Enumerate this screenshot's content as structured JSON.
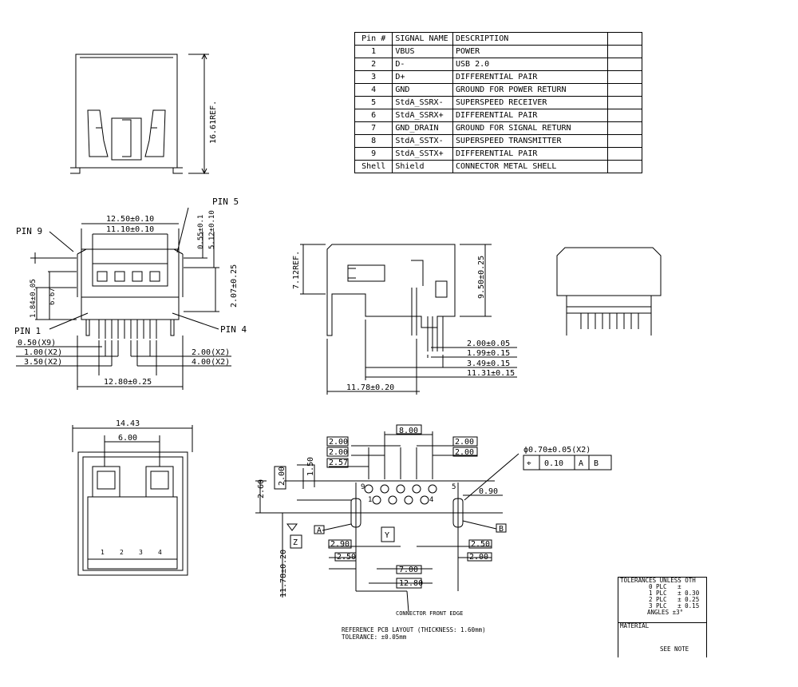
{
  "pin_table": {
    "headers": [
      "Pin #",
      "SIGNAL NAME",
      "DESCRIPTION"
    ],
    "rows": [
      {
        "pin": "1",
        "signal": "VBUS",
        "description": "POWER"
      },
      {
        "pin": "2",
        "signal": "D-",
        "description": "USB 2.0"
      },
      {
        "pin": "3",
        "signal": "D+",
        "description": "DIFFERENTIAL PAIR"
      },
      {
        "pin": "4",
        "signal": "GND",
        "description": "GROUND FOR POWER RETURN"
      },
      {
        "pin": "5",
        "signal": "StdA_SSRX-",
        "description": "SUPERSPEED RECEIVER"
      },
      {
        "pin": "6",
        "signal": "StdA_SSRX+",
        "description": "DIFFERENTIAL PAIR"
      },
      {
        "pin": "7",
        "signal": "GND_DRAIN",
        "description": "GROUND FOR SIGNAL RETURN"
      },
      {
        "pin": "8",
        "signal": "StdA_SSTX-",
        "description": "SUPERSPEED TRANSMITTER"
      },
      {
        "pin": "9",
        "signal": "StdA_SSTX+",
        "description": "DIFFERENTIAL PAIR"
      },
      {
        "pin": "Shell",
        "signal": "Shield",
        "description": "CONNECTOR METAL SHELL"
      }
    ]
  },
  "top_view": {
    "ref_dim": "16.61REF."
  },
  "front_view": {
    "dims": {
      "w_outer": "12.50±0.10",
      "w_inner": "11.10±0.10",
      "d055": "0.55±0.1",
      "d512": "5.12±0.10",
      "d207": "2.07±0.25",
      "d184": "1.84±0.05",
      "d667": "6.67",
      "pitch": "0.50(X9)",
      "d100": "1.00(X2)",
      "d200": "2.00(X2)",
      "d350": "3.50(X2)",
      "d400": "4.00(X2)",
      "w_base": "12.80±0.25"
    },
    "pin_labels": {
      "pin9": "PIN 9",
      "pin5": "PIN 5",
      "pin1": "PIN 1",
      "pin4": "PIN 4"
    }
  },
  "side_view": {
    "dims": {
      "h_ref": "7.12REF.",
      "h950": "9.50±0.25",
      "d200": "2.00±0.05",
      "d199": "1.99±0.15",
      "d349": "3.49±0.15",
      "d1131": "11.31±0.15",
      "d1178": "11.78±0.20"
    }
  },
  "bottom_view": {
    "dims": {
      "w1443": "14.43",
      "w600": "6.00"
    },
    "contact_labels": [
      "1",
      "2",
      "3",
      "4"
    ]
  },
  "pcb_layout": {
    "dims": {
      "d800": "8.00",
      "d200a": "2.00",
      "d200b": "2.00",
      "d200c": "2.00",
      "d200d": "2.00",
      "d257": "2.57",
      "d150": "1.50",
      "d200v": "2.00",
      "d260": "2.60",
      "hole": "ϕ0.70±0.05(X2)",
      "tol": "0.10",
      "datum_a": "A",
      "datum_b": "B",
      "d090": "0.90",
      "d1178v": "11.78±0.20",
      "d290": "2.90",
      "d250a": "2.50",
      "d250b": "2.50",
      "d200e": "2.00",
      "d700": "7.00",
      "d1280": "12.80",
      "label_z": "Z",
      "label_y": "Y",
      "label_a": "A",
      "label_b": "B",
      "pin9": "9",
      "pin5": "5",
      "pin1": "1",
      "pin4": "4"
    },
    "front_edge": "CONNECTOR FRONT EDGE",
    "note_line1": "REFERENCE PCB LAYOUT (THICKNESS: 1.60mm)",
    "note_line2": "TOLERANCE: ±0.05mm"
  },
  "tolerance_block": {
    "title": "TOLERANCES UNLESS OTH",
    "lines": [
      "0 PLC   ±",
      "1 PLC   ± 0.30",
      "2 PLC   ± 0.25",
      "3 PLC   ± 0.15",
      "ANGLES ±3°"
    ],
    "material": "MATERIAL",
    "see_note": "SEE NOTE"
  }
}
